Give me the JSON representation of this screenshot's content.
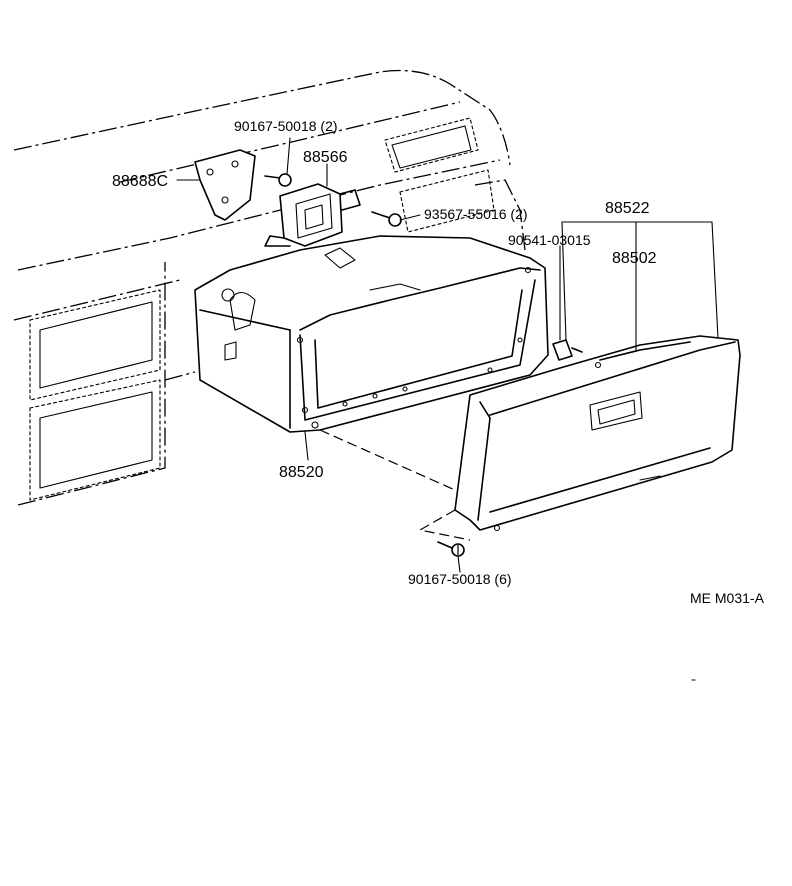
{
  "labels": {
    "bolt_top": "90167-50018 (2)",
    "lock": "88566",
    "bracket": "88688C",
    "screw_right": "93567-55016 (2)",
    "door_assy": "88522",
    "bulb": "90541-03015",
    "door": "88502",
    "box": "88520",
    "bolt_bottom": "90167-50018 (6)",
    "figure_code": "ME M031-A"
  },
  "colors": {
    "line": "#000000",
    "background": "#ffffff"
  }
}
